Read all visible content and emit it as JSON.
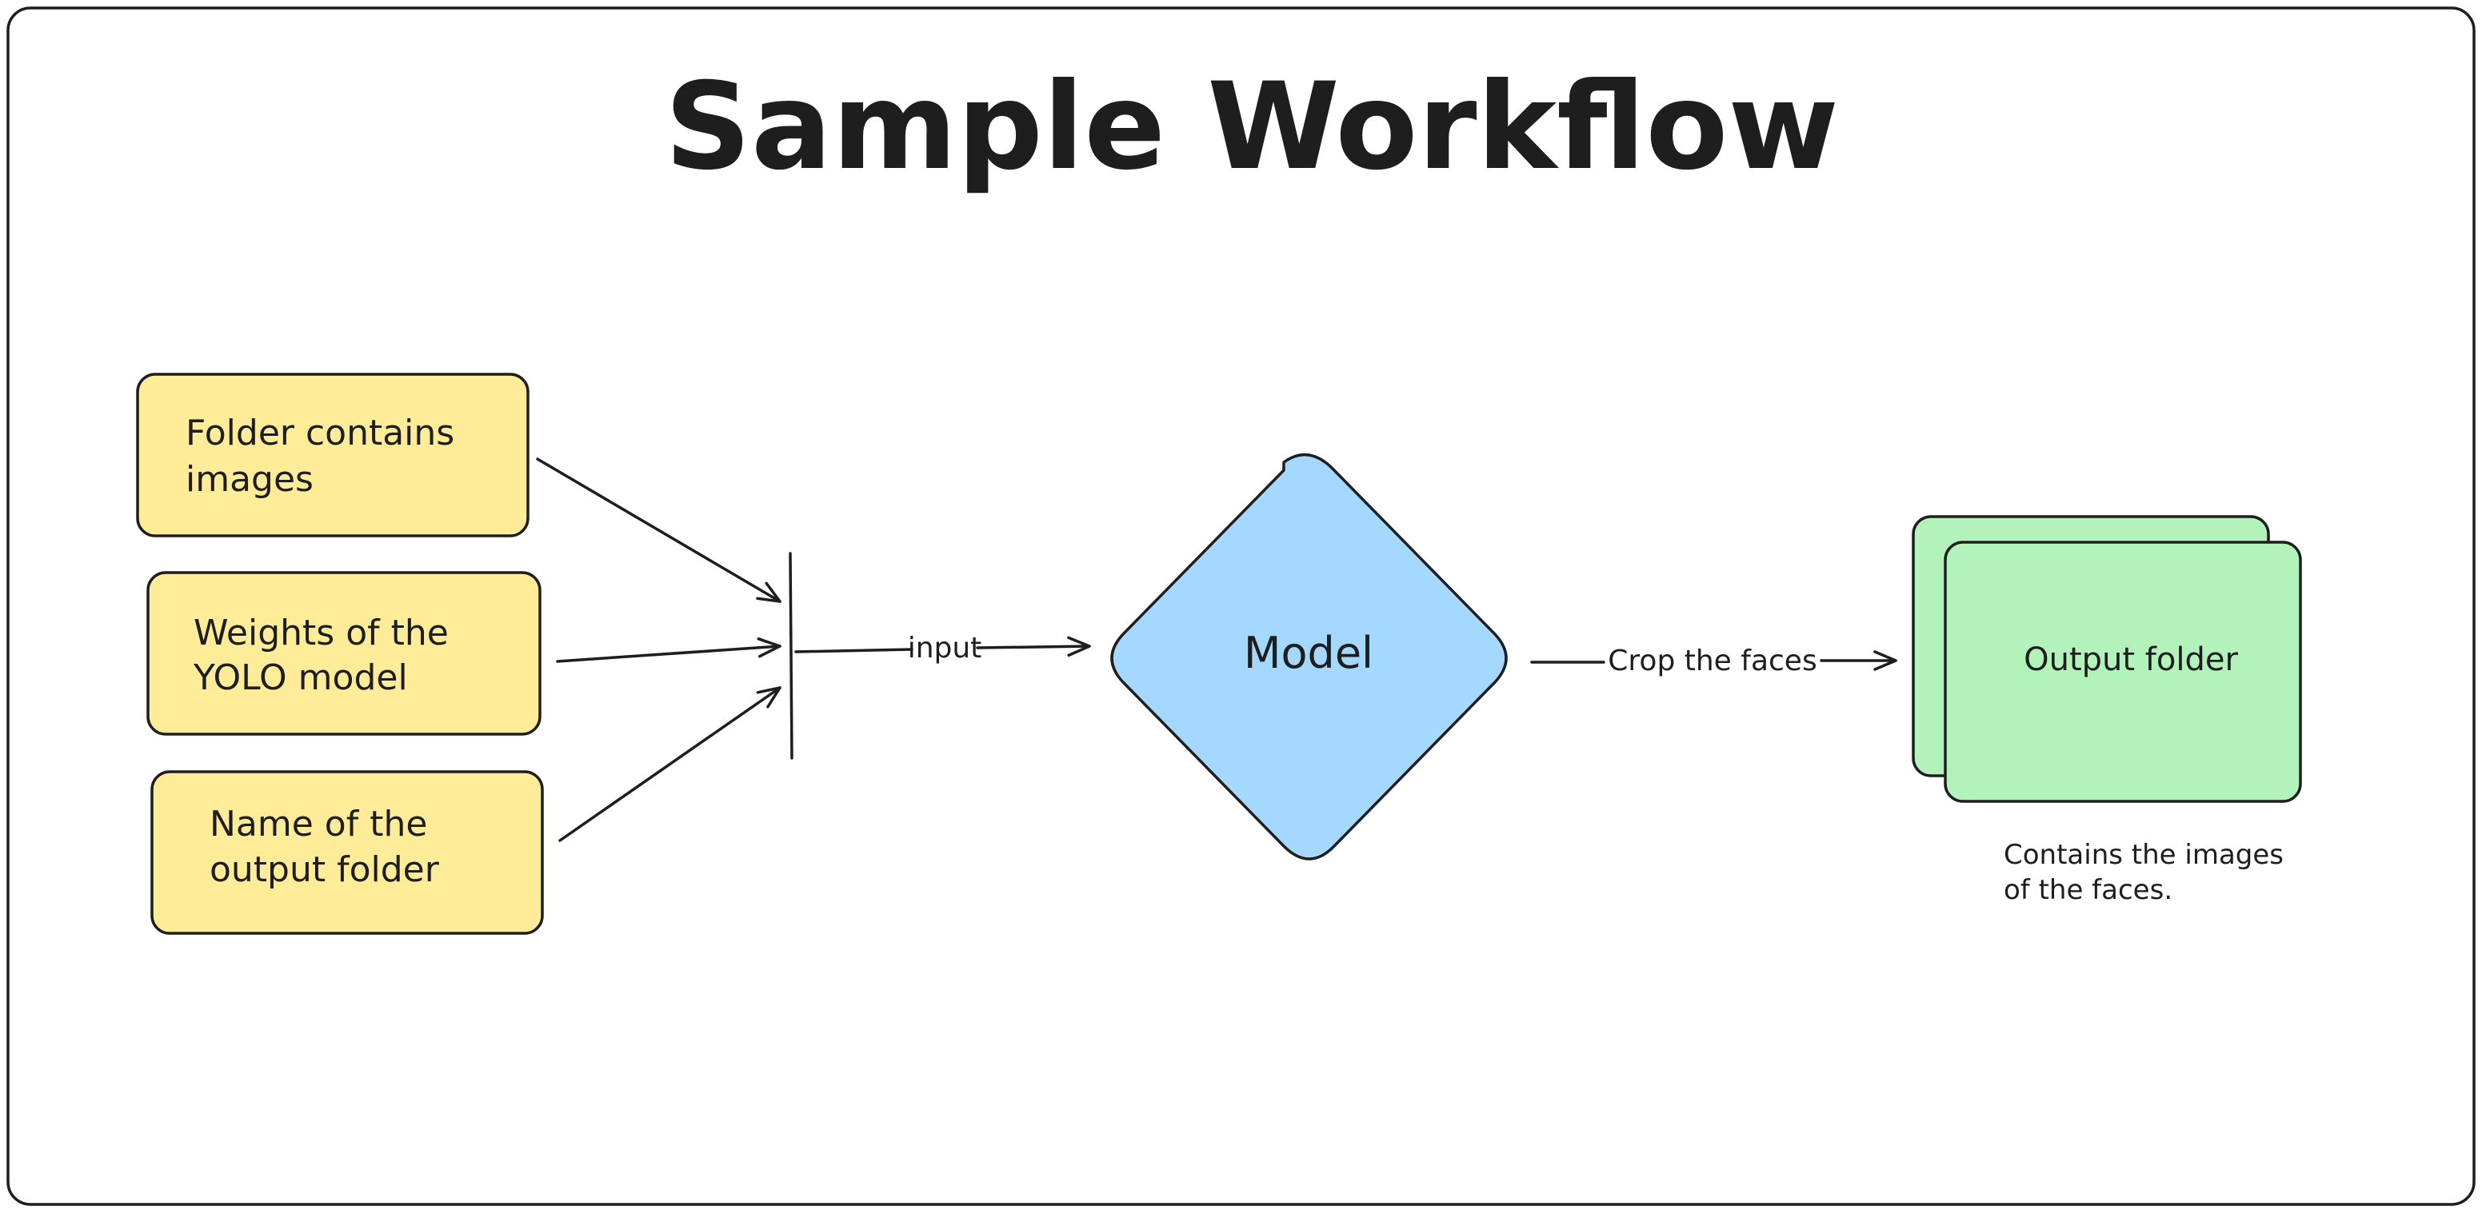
{
  "title": "Sample Workflow",
  "inputs": [
    {
      "line1": "Folder contains",
      "line2": "images"
    },
    {
      "line1": "Weights of the",
      "line2": "YOLO model"
    },
    {
      "line1": "Name of the",
      "line2": "output folder"
    }
  ],
  "edge_input_label": "input",
  "model_label": "Model",
  "edge_output_label": "Crop the faces",
  "output_label": "Output folder",
  "output_note": {
    "line1": "Contains the images",
    "line2": "of the faces."
  },
  "colors": {
    "input_fill": "#ffec99",
    "model_fill": "#a5d8ff",
    "output_fill": "#b2f2bb",
    "stroke": "#1e1e1e"
  }
}
